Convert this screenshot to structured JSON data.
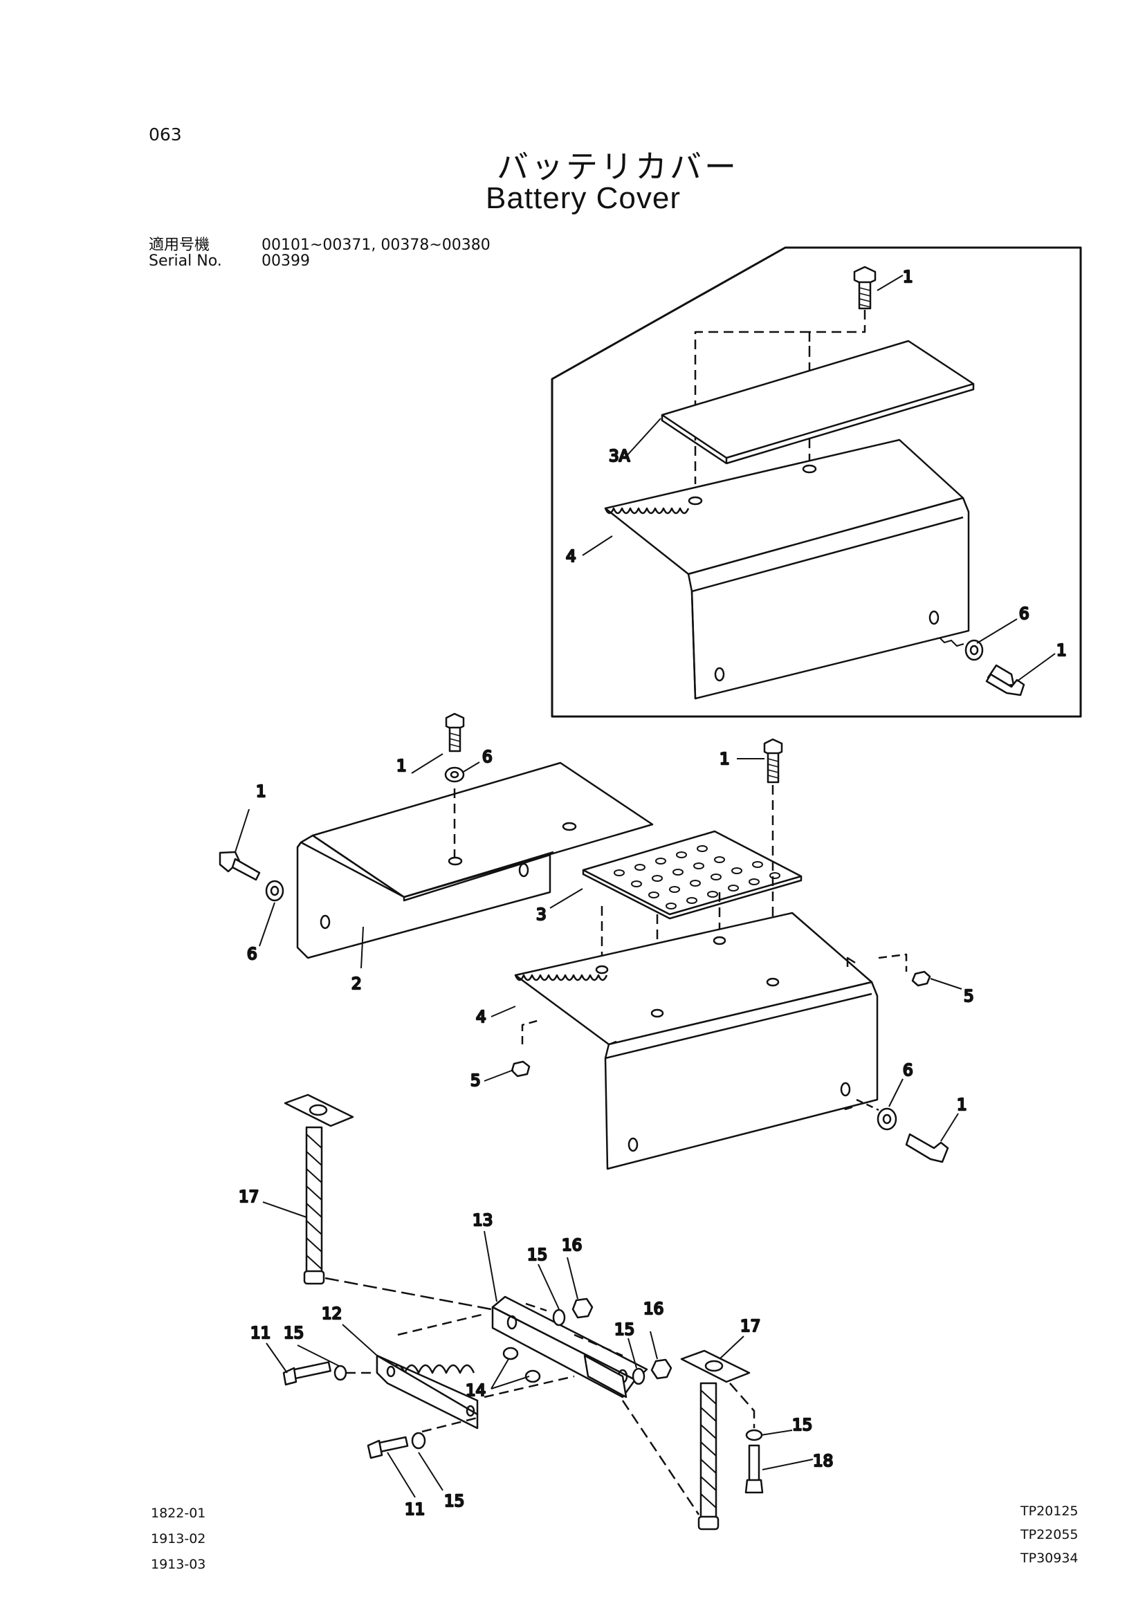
{
  "page_number": "063",
  "title_japanese": "バッテリカバー",
  "title_english": "Battery Cover",
  "serial": {
    "label_japanese": "適用号機",
    "label_english": "Serial No.",
    "range_line1": "00101~00371, 00378~00380",
    "range_line2": "00399"
  },
  "callouts": [
    "1",
    "1",
    "1",
    "1",
    "1",
    "1",
    "2",
    "3",
    "3A",
    "4",
    "4",
    "5",
    "5",
    "6",
    "6",
    "6",
    "6",
    "11",
    "11",
    "12",
    "13",
    "14",
    "15",
    "15",
    "15",
    "15",
    "15",
    "16",
    "16",
    "17",
    "17",
    "18"
  ],
  "footer_left": [
    "1822-01",
    "1913-02",
    "1913-03"
  ],
  "footer_right": [
    "TP20125",
    "TP22055",
    "TP30934"
  ]
}
